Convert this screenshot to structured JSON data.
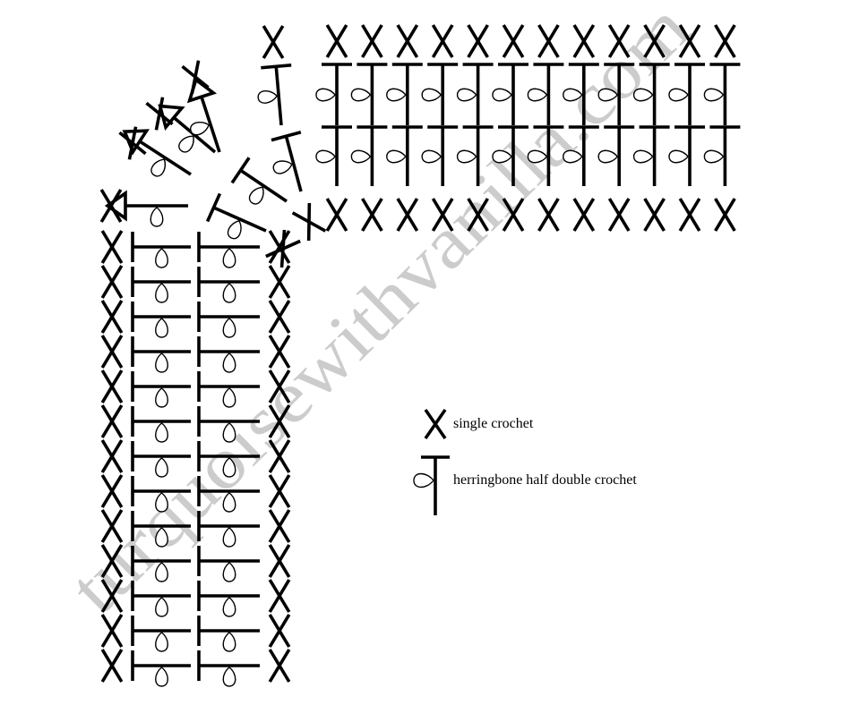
{
  "diagram": {
    "horizontal_strip_columns": 12,
    "vertical_strip_rows": 13
  },
  "legend": {
    "single_crochet_label": "single crochet",
    "hhdc_label": "herringbone half double crochet"
  },
  "watermark": "turquoisewithvanilla.com",
  "colors": {
    "ink": "#000000",
    "watermark": "#c4c4c4"
  }
}
